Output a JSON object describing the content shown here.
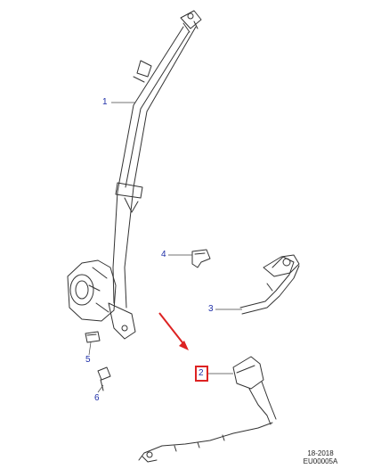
{
  "callouts": [
    {
      "id": "1",
      "label": "1"
    },
    {
      "id": "2",
      "label": "2"
    },
    {
      "id": "3",
      "label": "3"
    },
    {
      "id": "4",
      "label": "4"
    },
    {
      "id": "5",
      "label": "5"
    },
    {
      "id": "6",
      "label": "6"
    }
  ],
  "caption": {
    "line1": "18-2018",
    "line2": "EU00005A"
  },
  "colors": {
    "highlight": "#dd2222",
    "callout_text": "#1f2fa8",
    "line_art": "#333333"
  }
}
